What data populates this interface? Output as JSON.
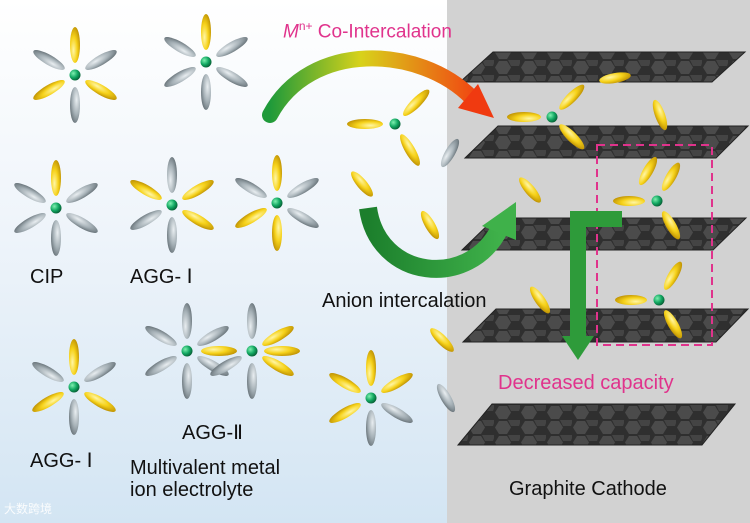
{
  "labels": {
    "title_symbol": "M",
    "title_superscript": "n+",
    "title_rest": " Co-Intercalation",
    "cip": "CIP",
    "agg1_top": "AGG- Ⅰ",
    "agg1_bottom": "AGG- Ⅰ",
    "agg2": "AGG-Ⅱ",
    "electrolyte_line1": "Multivalent  metal",
    "electrolyte_line2": "ion electrolyte",
    "anion_intercalation": "Anion intercalation",
    "decreased_capacity": "Decreased capacity",
    "graphite_cathode": "Graphite Cathode"
  },
  "watermark": "大数跨境",
  "colors": {
    "accent_pink": "#e0338c",
    "anion_yellow": "#f2cc10",
    "solvent_gray": "#9aa4aa",
    "cation_green": "#0fa060",
    "arrow_green": "#2e9b3a",
    "graphite": "#3a3a3a"
  }
}
